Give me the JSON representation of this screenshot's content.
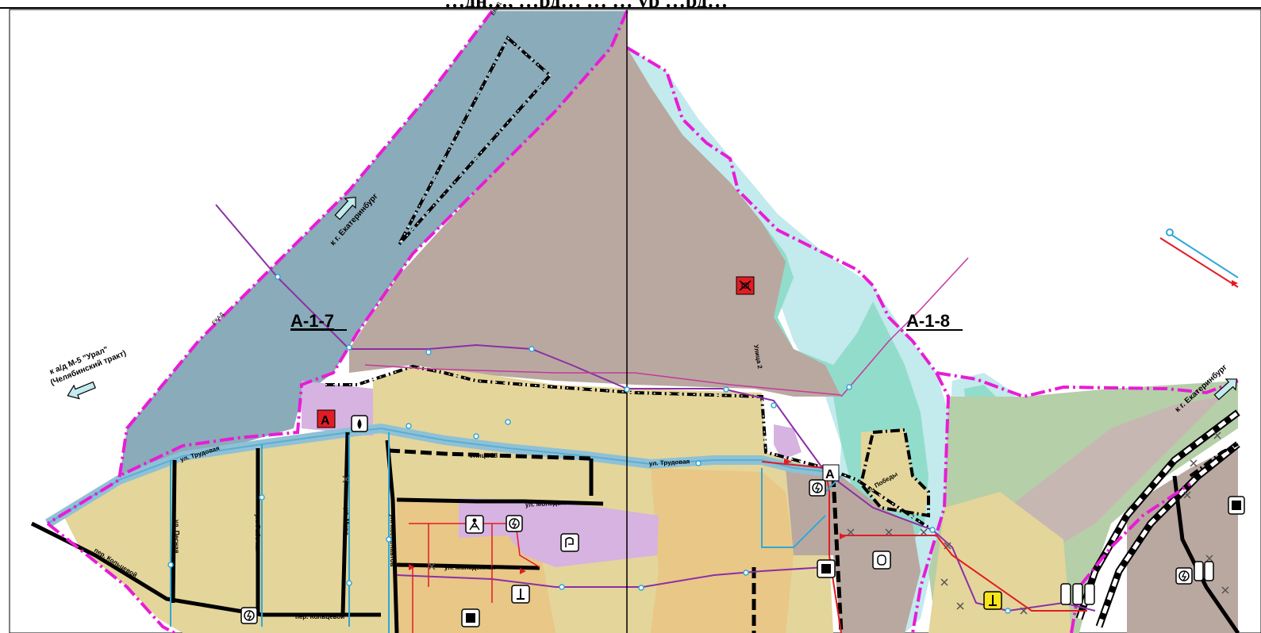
{
  "map": {
    "title_fragment": "…дн…, …рд… … … ур …рд…",
    "sheets": [
      "А-1-7",
      "А-1-8"
    ],
    "direction_labels": {
      "ekaterinburg_top": "к г. Екатеринбург",
      "ekaterinburg_right": "к г. Екатеринбург",
      "ural_line1": "к а/д М-5 \"Урал\"",
      "ural_line2": "(Челябинский тракт)"
    },
    "road_names": {
      "ekad_top": "ЕКАД",
      "ekad_left": "ЕКАД",
      "trudovaya_left": "ул. Трудовая",
      "trudovaya_mid": "ул. Трудовая",
      "ulitsa18": "Улица 18",
      "ulitsa2": "Улица 2",
      "molodezhnaya_1": "ул. Молодежная",
      "molodezhnaya_2": "ул. Молодежная",
      "pesnaya": "ул. Песная",
      "rabochaya": "ул. Рабочая",
      "mira": "ул. Мира",
      "kosmonavtov": "ул. Космонавтов",
      "koltsevoy_1": "пер. Кольцевой",
      "koltsevoy_2": "пер. Кольцевой",
      "pobedy": "ул. Победы"
    },
    "symbols": {
      "bus_stop": "А",
      "bus_stop_2": "А"
    },
    "colors": {
      "airfield": "#8aabb9",
      "industrial": "#b9a8a0",
      "residential": "#e4d59a",
      "public": "#d6b3e0",
      "green": "#92dccc",
      "water_buffer": "#c3eaed",
      "boundary": "#e81cd6",
      "utility_purple": "#8b2fa6",
      "utility_blue": "#2fa8d8",
      "utility_red": "#e21c24"
    }
  }
}
